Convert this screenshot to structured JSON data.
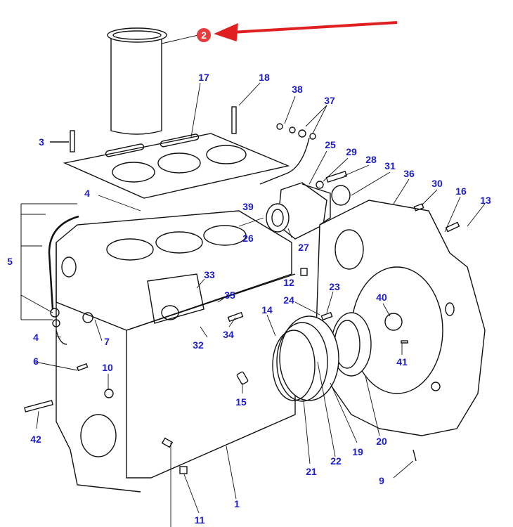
{
  "diagram": {
    "title": "Cylinder block exploded view",
    "highlight": {
      "label": "2",
      "badge_color": "#e53b3b",
      "arrow_color": "#e02020"
    },
    "label_color": "#1c1cc8",
    "labels": [
      "1",
      "3",
      "4",
      "4",
      "5",
      "6",
      "7",
      "9",
      "10",
      "11",
      "12",
      "13",
      "14",
      "15",
      "16",
      "17",
      "18",
      "19",
      "20",
      "21",
      "22",
      "23",
      "24",
      "25",
      "26",
      "27",
      "28",
      "29",
      "30",
      "31",
      "32",
      "33",
      "34",
      "35",
      "36",
      "37",
      "38",
      "39",
      "40",
      "41",
      "42"
    ]
  }
}
